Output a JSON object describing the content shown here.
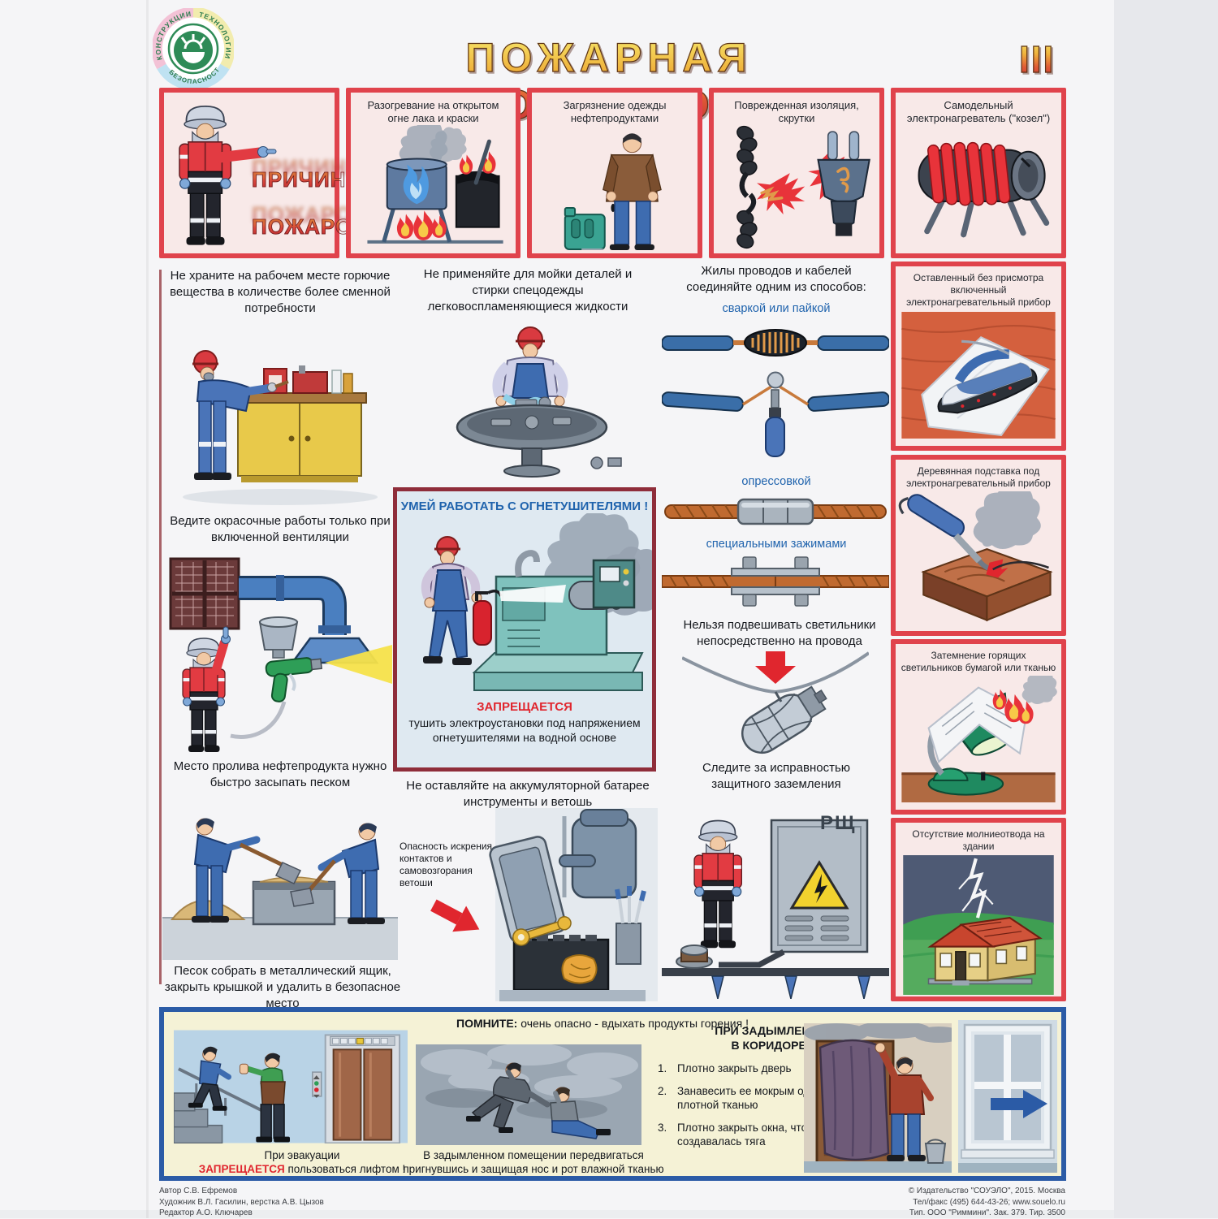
{
  "header": {
    "logo": {
      "top": "КОНСТРУКЦИИ",
      "right": "ТЕХНОЛОГИИ",
      "bottom": "БЕЗОПАСНОСТЬ"
    },
    "title": "ПОЖАРНАЯ  БЕЗОПАСНОСТЬ",
    "sheet_number": "III"
  },
  "causes": {
    "label_line1": "ПРИЧИНЫ",
    "label_line2": "ПОЖАРОВ",
    "panels": [
      {
        "caption": "Разогревание на открытом огне лака и краски"
      },
      {
        "caption": "Загрязнение одежды нефтепродуктами"
      },
      {
        "caption": "Поврежденная изоляция, скрутки"
      },
      {
        "caption": "Самодельный электронагреватель (\"козел\")"
      }
    ]
  },
  "left_column": {
    "tip_storage": "Не храните на рабочем месте горючие вещества в количестве более сменной потребности",
    "tip_painting": "Ведите окрасочные работы только при включенной вентиляции",
    "tip_spill": "Место пролива нефтепродукта нужно быстро засыпать песком",
    "tip_sand": "Песок собрать в металлический ящик, закрыть крышкой и удалить в безопасное место"
  },
  "center_column": {
    "tip_washing": "Не применяйте для мойки деталей и стирки спецодежды легковоспламеняющиеся жидкости",
    "extinguisher_panel": {
      "title": "УМЕЙ РАБОТАТЬ С ОГНЕТУШИТЕЛЯМИ !",
      "forbidden_word": "ЗАПРЕЩАЕТСЯ",
      "forbidden_text": "тушить электроустановки под напряжением огнетушителями на водной основе"
    },
    "tip_battery": "Не оставляйте на аккумуляторной батарее инструменты и ветошь",
    "battery_note": "Опасность искрения контактов и самовозгорания ветоши"
  },
  "wiring_column": {
    "heading": "Жилы проводов и кабелей соединяйте одним из способов:",
    "method_welding": "сваркой или пайкой",
    "method_crimping": "опрессовкой",
    "method_clamps": "специальными зажимами",
    "tip_lamp": "Нельзя подвешивать светильники непосредственно на провода",
    "tip_grounding": "Следите за исправностью защитного заземления",
    "cabinet_label": "РЩ"
  },
  "right_column": {
    "panels": [
      {
        "caption": "Оставленный без присмотра включенный электронагревательный прибор"
      },
      {
        "caption": "Деревянная подставка под электронагревательный прибор"
      },
      {
        "caption": "Затемнение горящих светильников бумагой или тканью"
      },
      {
        "caption": "Отсутствие молниеотвода на здании"
      }
    ]
  },
  "bottom_band": {
    "reminder_bold": "ПОМНИТЕ:",
    "reminder_rest": " очень опасно - вдыхать продукты горения !",
    "evacuation_line1": "При эвакуации",
    "evacuation_forbidden": "ЗАПРЕЩАЕТСЯ",
    "evacuation_rest": " пользоваться лифтом !",
    "smoke_caption": "В задымленном помещении передвигаться пригнувшись и защищая нос и рот влажной тканью",
    "corridor": {
      "heading_line1": "ПРИ ЗАДЫМЛЕНИИ",
      "heading_line2": "В КОРИДОРЕ:",
      "items": [
        {
          "num": "1.",
          "text": "Плотно закрыть дверь"
        },
        {
          "num": "2.",
          "text": "Занавесить ее мокрым одеялом или плотной тканью"
        },
        {
          "num": "3.",
          "text": "Плотно закрыть окна, чтобы не создавалась тяга"
        }
      ]
    }
  },
  "footer": {
    "left_lines": [
      "Автор С.В. Ефремов",
      "Художник В.Л. Гасилин, верстка А.В. Цызов",
      "Редактор А.О. Ключарев"
    ],
    "right_lines": [
      "© Издательство \"СОУЭЛО\", 2015. Москва",
      "Тел/факс (495) 644-43-26; www.souelo.ru",
      "Тип. ООО \"Риммини\". Зак. 379. Тир. 3500"
    ]
  },
  "colors": {
    "accent_red": "#e0434c",
    "panel_pink": "#f8e9e8",
    "dark_red_frame": "#8f2d3a",
    "blue_frame": "#2b5ba6",
    "text_blue": "#1f63ad",
    "forbidden_red": "#e0262e",
    "bottom_cream": "#f5f2d6"
  }
}
